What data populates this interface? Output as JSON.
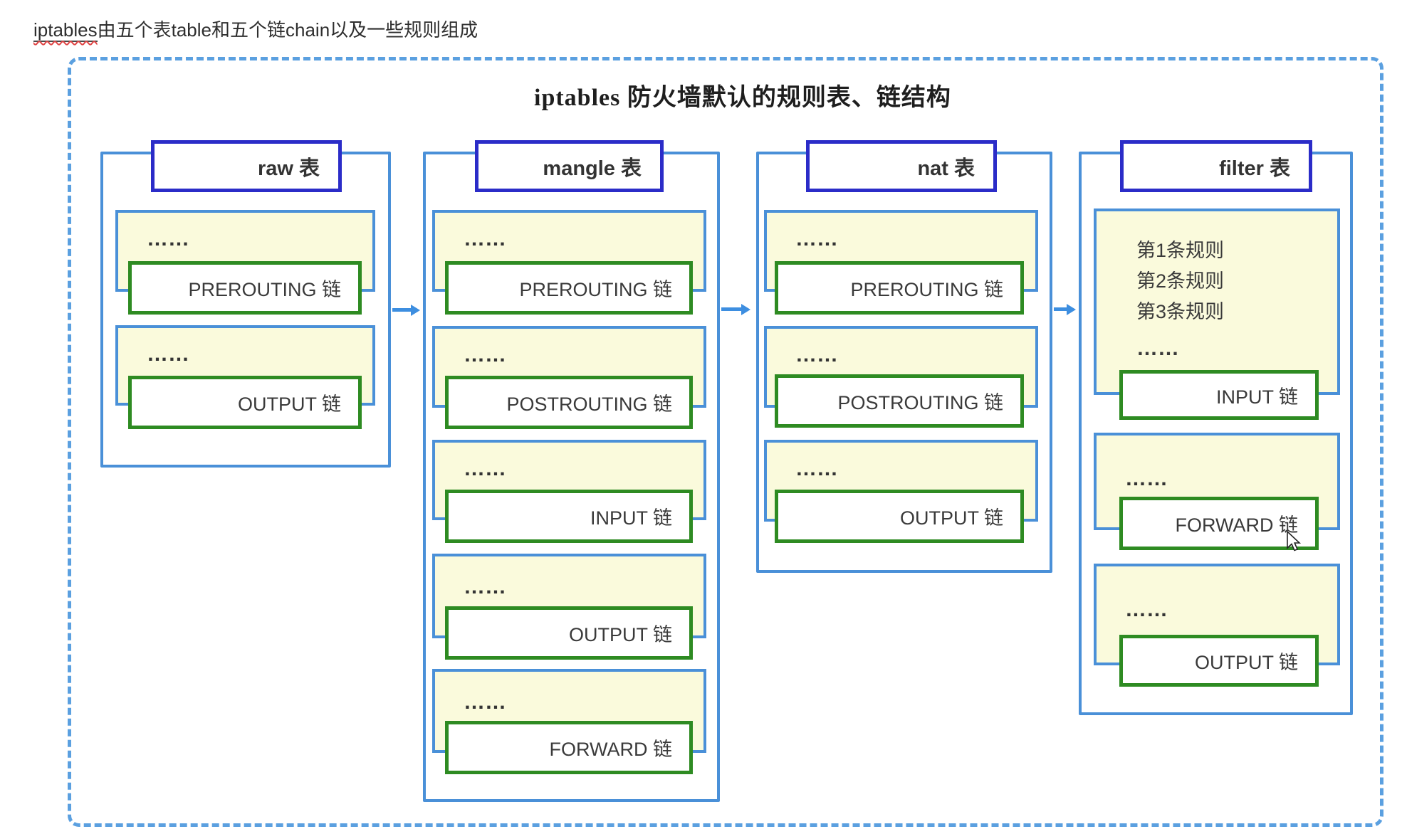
{
  "intro": {
    "highlight": "iptables",
    "rest": "由五个表table和五个链chain以及一些规则组成"
  },
  "diagram": {
    "title": "iptables 防火墙默认的规则表、链结构",
    "tables": [
      {
        "label": "raw 表",
        "sections": [
          {
            "dots": "……",
            "chain": "PREROUTING 链"
          },
          {
            "dots": "……",
            "chain": "OUTPUT 链"
          }
        ]
      },
      {
        "label": "mangle 表",
        "sections": [
          {
            "dots": "……",
            "chain": "PREROUTING 链"
          },
          {
            "dots": "……",
            "chain": "POSTROUTING 链"
          },
          {
            "dots": "……",
            "chain": "INPUT 链"
          },
          {
            "dots": "……",
            "chain": "OUTPUT 链"
          },
          {
            "dots": "……",
            "chain": "FORWARD 链"
          }
        ]
      },
      {
        "label": "nat 表",
        "sections": [
          {
            "dots": "……",
            "chain": "PREROUTING 链"
          },
          {
            "dots": "……",
            "chain": "POSTROUTING 链"
          },
          {
            "dots": "……",
            "chain": "OUTPUT 链"
          }
        ]
      },
      {
        "label": "filter 表",
        "sections": [
          {
            "rules": [
              "第1条规则",
              "第2条规则",
              "第3条规则"
            ],
            "dots": "……",
            "chain": "INPUT 链"
          },
          {
            "dots": "……",
            "chain": "FORWARD 链"
          },
          {
            "dots": "……",
            "chain": "OUTPUT 链"
          }
        ]
      }
    ]
  },
  "colors": {
    "canvas_border": "#5ba0e0",
    "table_border": "#4a90d8",
    "header_border": "#2b2cc8",
    "chain_border": "#2e8b22",
    "section_fill": "#fafadc",
    "arrow": "#3d8ee0",
    "text_dark": "#3a3a3a",
    "title_color": "#1e1e1e",
    "underline_wavy": "#e04545"
  }
}
